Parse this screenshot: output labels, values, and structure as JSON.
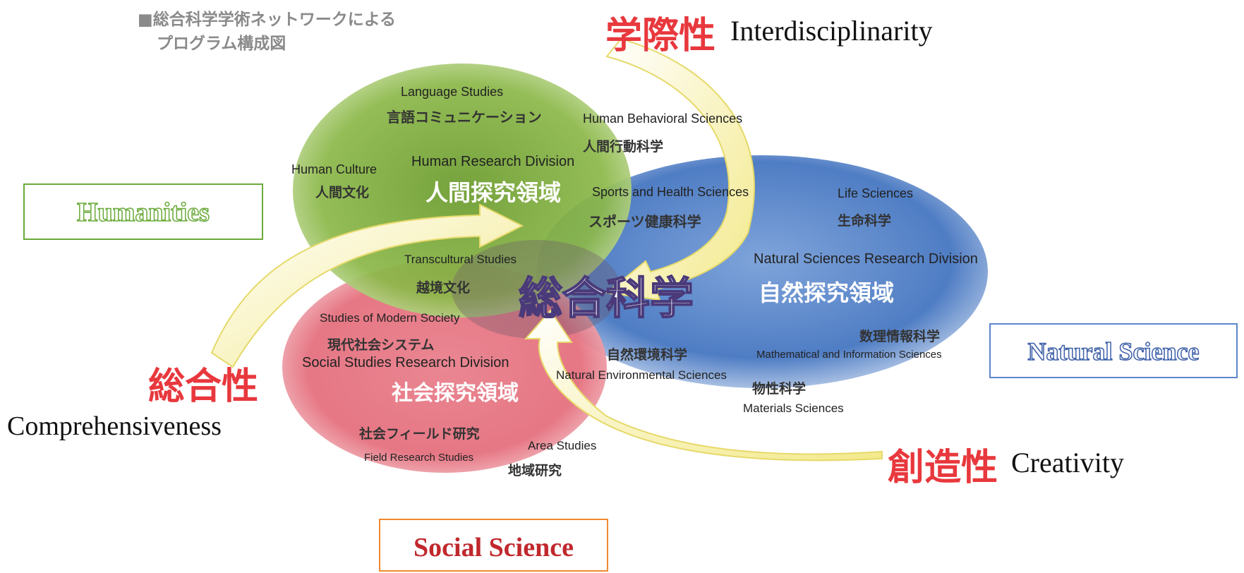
{
  "header": {
    "title_line1": "■総合科学学術ネットワークによる",
    "title_line2": "プログラム構成図"
  },
  "center": {
    "label_jp": "総合科学"
  },
  "divisions": {
    "human": {
      "en": "Human Research Division",
      "jp": "人間探究領域",
      "color": "#7da53a"
    },
    "natural": {
      "en": "Natural Sciences Research Division",
      "jp": "自然探究領域",
      "color": "#5b86c9"
    },
    "social": {
      "en": "Social Studies Research Division",
      "jp": "社会探究領域",
      "color": "#e0707e"
    }
  },
  "fields": {
    "language": {
      "en": "Language Studies",
      "jp": "言語コミュニケーション"
    },
    "behavioral": {
      "en": "Human Behavioral Sciences",
      "jp": "人間行動科学"
    },
    "human_culture": {
      "en": "Human Culture",
      "jp": "人間文化"
    },
    "sports": {
      "en": "Sports and Health Sciences",
      "jp": "スポーツ健康科学"
    },
    "transcultural": {
      "en": "Transcultural Studies",
      "jp": "越境文化"
    },
    "life": {
      "en": "Life Sciences",
      "jp": "生命科学"
    },
    "math_info": {
      "en": "Mathematical and Information Sciences",
      "jp": "数理情報科学"
    },
    "materials": {
      "en": "Materials Sciences",
      "jp": "物性科学"
    },
    "nat_env": {
      "en": "Natural Environmental Sciences",
      "jp": "自然環境科学"
    },
    "modern_society": {
      "en": "Studies of Modern Society",
      "jp": "現代社会システム"
    },
    "field_research": {
      "en": "Field Research Studies",
      "jp": "社会フィールド研究"
    },
    "area": {
      "en": "Area Studies",
      "jp": "地域研究"
    }
  },
  "principles": {
    "interdisciplinarity": {
      "jp": "学際性",
      "en": "Interdisciplinarity"
    },
    "comprehensiveness": {
      "jp": "総合性",
      "en": "Comprehensiveness"
    },
    "creativity": {
      "jp": "創造性",
      "en": "Creativity"
    },
    "accent": "#e8383d"
  },
  "boxes": {
    "humanities": {
      "label": "Humanities",
      "color": "#6aaa3a"
    },
    "natural": {
      "label": "Natural Science",
      "color": "#3d5fa8"
    },
    "social": {
      "label": "Social Science",
      "color": "#c0282d"
    }
  }
}
